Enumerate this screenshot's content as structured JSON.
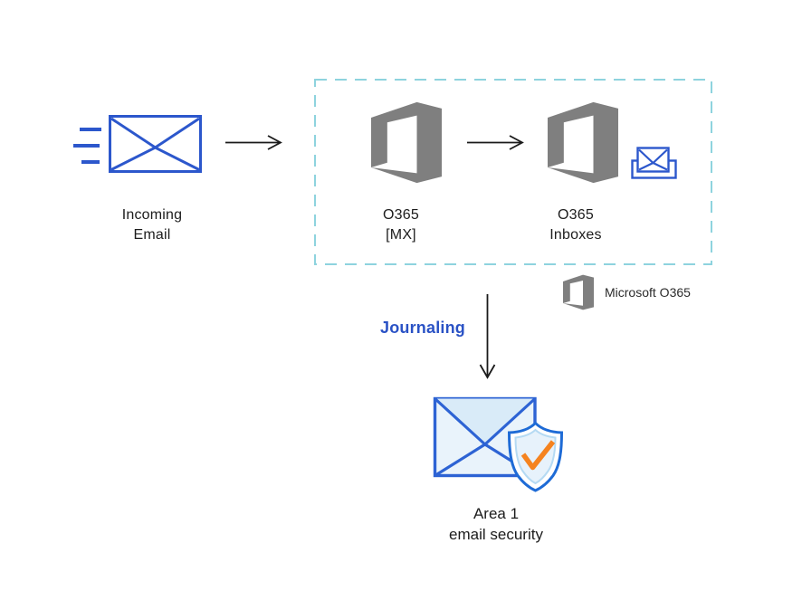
{
  "nodes": {
    "incoming_email": {
      "label": [
        "Incoming",
        "Email"
      ]
    },
    "o365_mx": {
      "label": [
        "O365",
        "[MX]"
      ]
    },
    "o365_inboxes": {
      "label": [
        "O365",
        "Inboxes"
      ]
    },
    "area1_email_security": {
      "label": [
        "Area 1",
        "email security"
      ]
    }
  },
  "flow": {
    "journaling_label": "Journaling"
  },
  "legend": {
    "label": "Microsoft O365"
  },
  "icons": {
    "incoming_email": "envelope-with-speed-lines",
    "o365": "microsoft-office-logo",
    "inboxes": "inbox-tray-envelope",
    "area1": "envelope-with-shield-check"
  },
  "colors": {
    "envelope_blue": "#2c57cc",
    "office_gray": "#7f7f7f",
    "boundary_dash_teal": "#8ed3de",
    "journaling_blue": "#2a52c5",
    "check_orange": "#f5831f",
    "light_blue_fill": "#e9f3fb",
    "flap_light_blue": "#d9ebf8",
    "shield_outline_blue": "#1e6bd6",
    "area1_envelope_blue": "#2d63d4",
    "arrow_black": "#1a1a1a"
  }
}
